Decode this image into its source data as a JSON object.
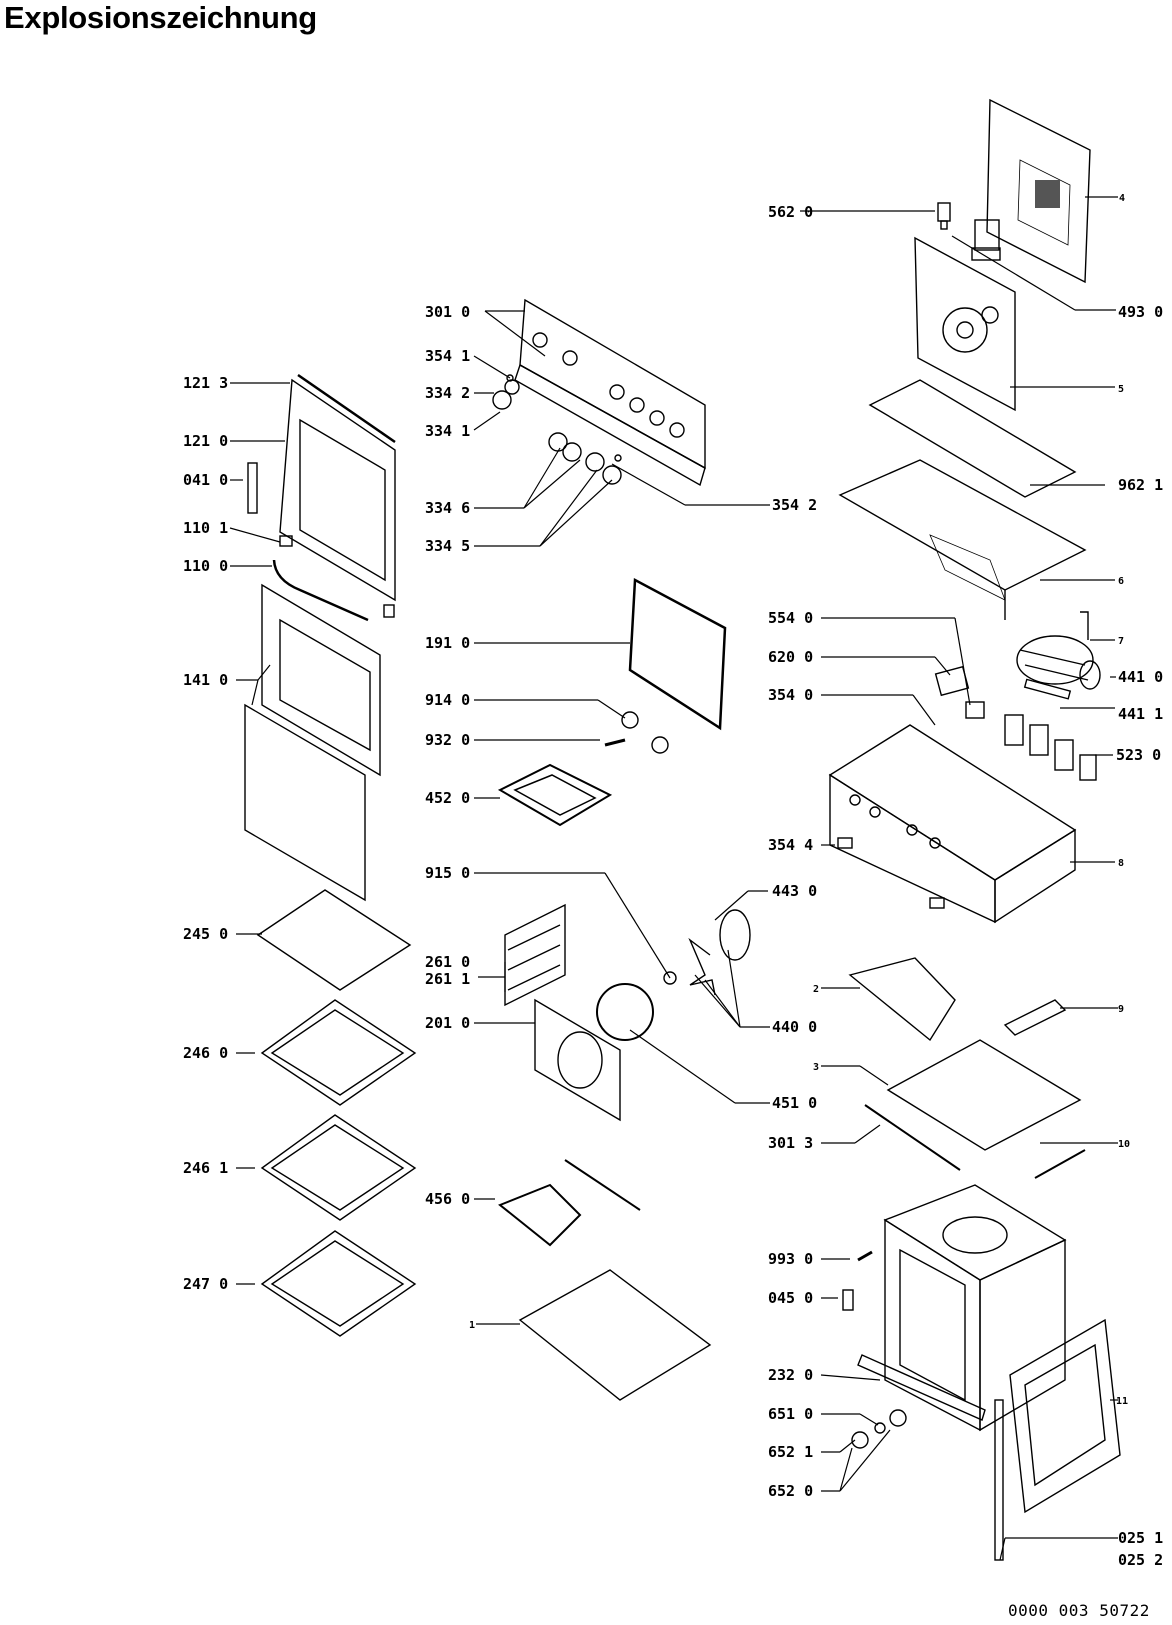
{
  "title": "Explosionszeichnung",
  "document_number": "0000 003 50722",
  "labels": {
    "l5620": "562 0",
    "l3010": "301 0",
    "l3541": "354 1",
    "l3342": "334 2",
    "l3341": "334 1",
    "l1213": "121 3",
    "l1210": "121 0",
    "l0410": "041 0",
    "l1101": "110 1",
    "l1100": "110 0",
    "l3346": "334 6",
    "l3345": "334 5",
    "l3542": "354 2",
    "l4930": "493 0",
    "l5": "5",
    "l4": "4",
    "l9621": "962 1",
    "l6": "6",
    "l7": "7",
    "l1410": "141 0",
    "l1910": "191 0",
    "l5540": "554 0",
    "l6200": "620 0",
    "l3540": "354 0",
    "l4410": "441 0",
    "l4411": "441 1",
    "l5230": "523 0",
    "l9140": "914 0",
    "l9320": "932 0",
    "l4520": "452 0",
    "l3544": "354 4",
    "l8": "8",
    "l9150": "915 0",
    "l4430": "443 0",
    "l2450": "245 0",
    "l2610": "261 0",
    "l2611": "261 1",
    "l2010": "201 0",
    "l4400": "440 0",
    "l2": "2",
    "l9": "9",
    "l2460": "246 0",
    "l3": "3",
    "l4510": "451 0",
    "l3013": "301 3",
    "l10": "10",
    "l2461": "246 1",
    "l4560": "456 0",
    "l9930": "993 0",
    "l0450": "045 0",
    "l2470": "247 0",
    "l1": "1",
    "l2320": "232 0",
    "l11": "11",
    "l6510": "651 0",
    "l6521": "652 1",
    "l6520": "652 0",
    "l0251": "025 1",
    "l0252": "025 2"
  }
}
